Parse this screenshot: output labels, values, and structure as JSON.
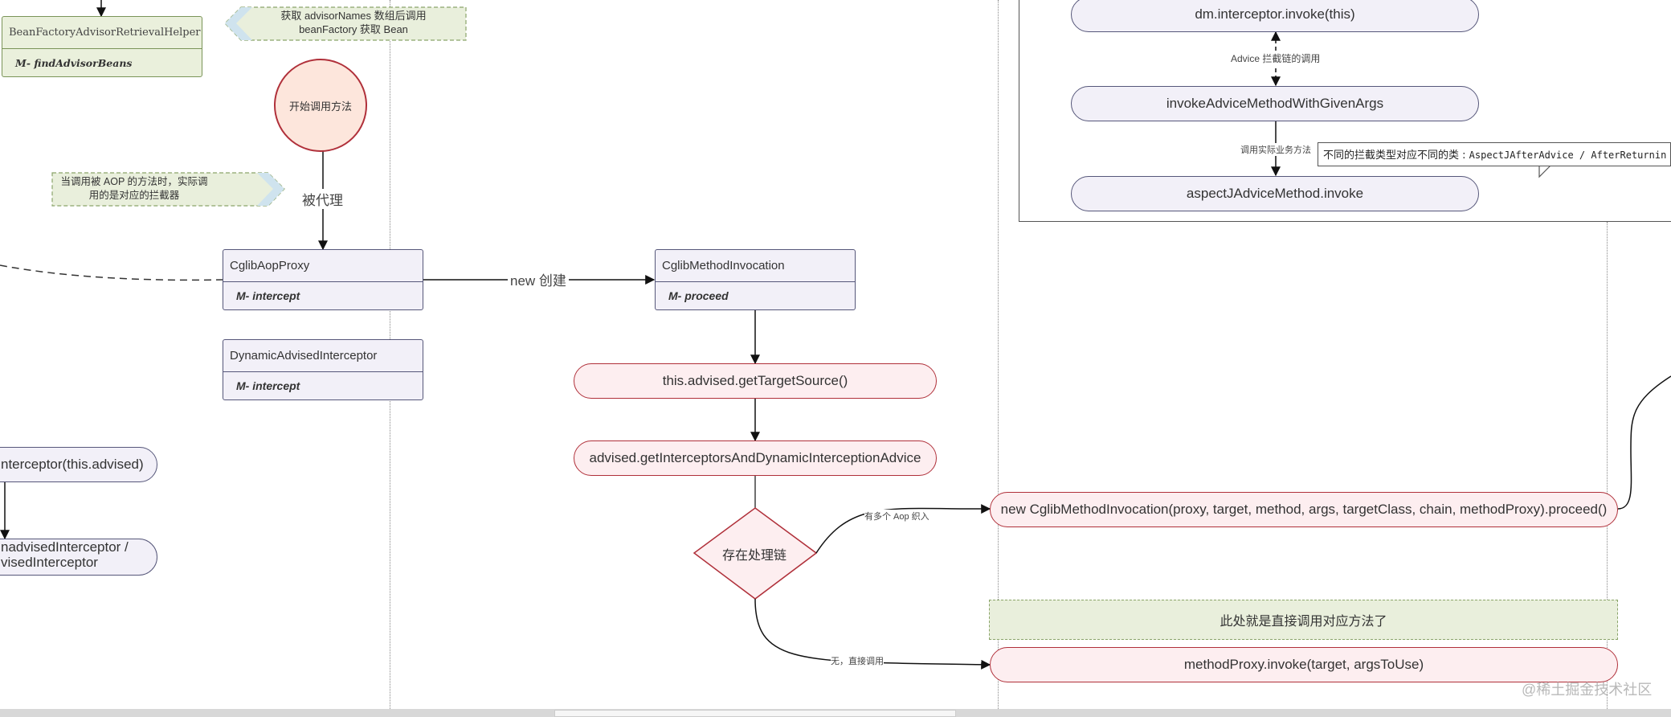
{
  "nodes": {
    "helper_class": "BeanFactoryAdvisorRetrievalHelper",
    "helper_method": "M- findAdvisorBeans",
    "advisor_note": "获取 advisorNames 数组后调用 beanFactory 获取 Bean",
    "start": "开始调用方法",
    "aop_note": "当调用被 AOP 的方法时，实际调用的是对应的拦截器",
    "proxied_label": "被代理",
    "cglib_proxy": "CglibAopProxy",
    "cglib_proxy_method": "M- intercept",
    "dynamic_interceptor": "DynamicAdvisedInterceptor",
    "dynamic_method": "M- intercept",
    "new_create": "new 创建",
    "cglib_invocation": "CglibMethodInvocation",
    "cglib_invocation_method": "M- proceed",
    "get_target": "this.advised.getTargetSource()",
    "get_interceptors": "advised.getInterceptorsAndDynamicInterceptionAdvice",
    "has_chain": "存在处理链",
    "multi_aop": "有多个 Aop 织入",
    "no_direct": "无，直接调用",
    "left_pill_1": "nterceptor(this.advised)",
    "left_pill_2_line1": "nadvisedInterceptor /",
    "left_pill_2_line2": "visedInterceptor",
    "new_cglib_call": "new CglibMethodInvocation(proxy, target, method, args, targetClass, chain, methodProxy).proceed()",
    "direct_note": "此处就是直接调用对应方法了",
    "method_proxy_invoke": "methodProxy.invoke(target, argsToUse)",
    "dm_invoke": "dm.interceptor.invoke(this)",
    "advice_chain": "Advice 拦截链的调用",
    "invoke_given_args": "invokeAdviceMethodWithGivenArgs",
    "call_business": "调用实际业务方法",
    "aspectj_invoke": "aspectJAdviceMethod.invoke",
    "callout_text": "不同的拦截类型对应不同的类 :",
    "callout_classes": "AspectJAfterAdvice  / AfterReturnin"
  },
  "watermark": "@稀土掘金技术社区",
  "colors": {
    "purple_fill": "#f2f0f8",
    "purple_stroke": "#56577a",
    "red_fill": "#fdeef0",
    "red_stroke": "#b0303a",
    "green_fill": "#e9efdc",
    "green_stroke": "#8aa46a",
    "start_fill": "#fde6dc"
  }
}
